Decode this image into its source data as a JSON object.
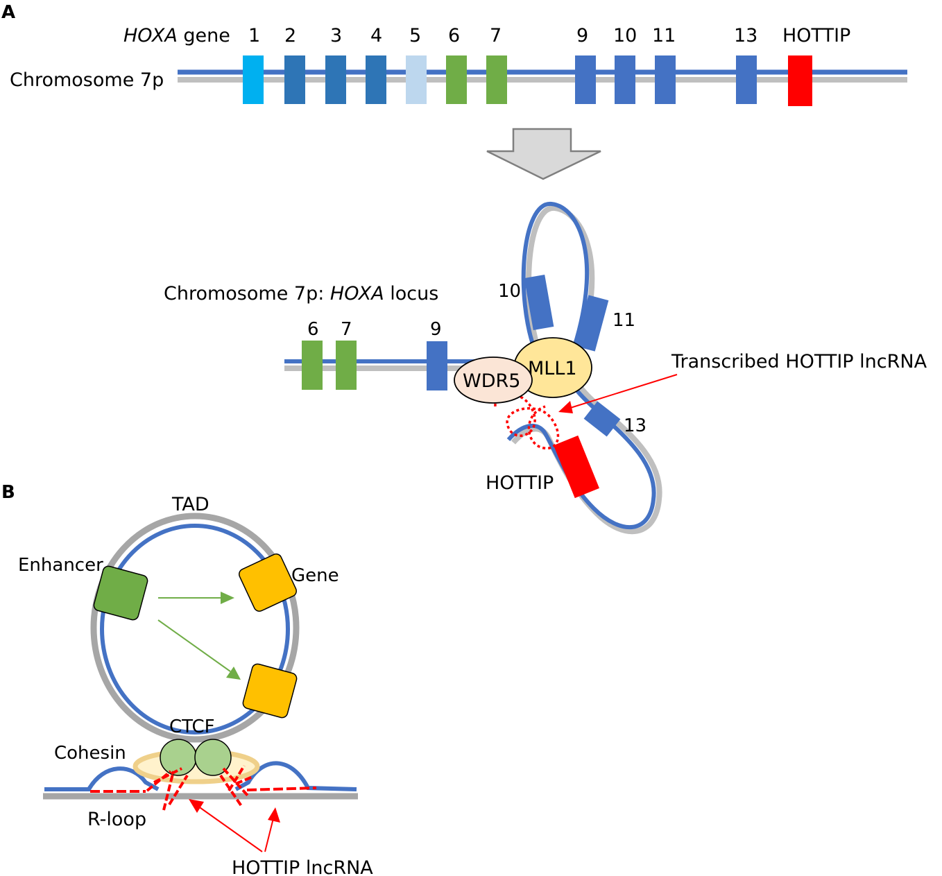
{
  "panel_a": {
    "panel_label": "A",
    "gene_label_italic": "HOXA",
    "gene_label_rest": " gene",
    "chromosome_label": "Chromosome 7p",
    "genes": [
      {
        "label": "1",
        "color": "#00B0F0"
      },
      {
        "label": "2",
        "color": "#2E75B6"
      },
      {
        "label": "3",
        "color": "#2E75B6"
      },
      {
        "label": "4",
        "color": "#2E75B6"
      },
      {
        "label": "5",
        "color": "#BDD7EE"
      },
      {
        "label": "6",
        "color": "#70AD47"
      },
      {
        "label": "7",
        "color": "#70AD47"
      },
      {
        "label": "9",
        "color": "#4472C4"
      },
      {
        "label": "10",
        "color": "#4472C4"
      },
      {
        "label": "11",
        "color": "#4472C4"
      },
      {
        "label": "13",
        "color": "#4472C4"
      },
      {
        "label": "HOTTIP",
        "color": "#FF0000"
      }
    ],
    "locus_label_prefix": "Chromosome 7p: ",
    "locus_label_italic": "HOXA",
    "locus_label_suffix": " locus",
    "locus_genes": {
      "g6": "6",
      "g7": "7",
      "g9": "9",
      "g10": "10",
      "g11": "11",
      "g13": "13"
    },
    "wdr5": "WDR5",
    "mll1": "MLL1",
    "hottip_label": "HOTTIP",
    "transcribed_label": "Transcribed HOTTIP lncRNA"
  },
  "panel_b": {
    "panel_label": "B",
    "tad": "TAD",
    "enhancer": "Enhancer",
    "gene": "Gene",
    "ctcf": "CTCF",
    "cohesin": "Cohesin",
    "rloop": "R-loop",
    "hottip_lncrna": "HOTTIP lncRNA"
  },
  "colors": {
    "dna_blue": "#4472C4",
    "dna_grey": "#BFBFBF",
    "red": "#FF0000",
    "green": "#70AD47",
    "orange": "#FFC000",
    "wdr5_fill": "#FBE5D6",
    "mll1_fill": "#FFE699",
    "ctcf_fill": "#A9D18E",
    "arrow_grey": "#D9D9D9"
  }
}
